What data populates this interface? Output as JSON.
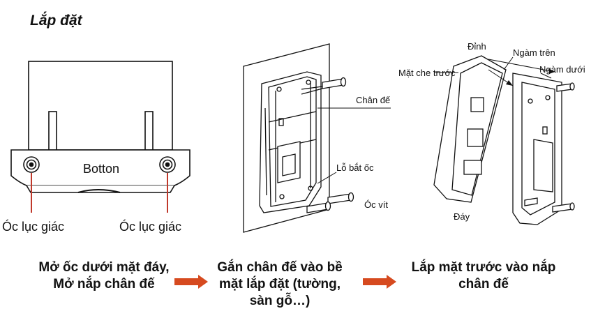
{
  "title": "Lắp đặt",
  "figure1": {
    "center_label": "Botton",
    "left_screw_label": "Óc lục giác",
    "right_screw_label": "Óc lục giác"
  },
  "figure2": {
    "base_label": "Chân đế",
    "screw_hole_label": "Lỗ bắt ốc",
    "screw_label": "Óc vít"
  },
  "figure3": {
    "top_label": "Đỉnh",
    "upper_slot_label": "Ngàm trên",
    "front_cover_label": "Mặt che trước",
    "lower_slot_label": "Ngàm dưới",
    "bottom_label": "Đáy"
  },
  "steps": [
    {
      "line1": "Mở ốc dưới mặt đáy,",
      "line2": "Mở nắp chân đế",
      "line3": ""
    },
    {
      "line1": "Gắn chân đế vào bề",
      "line2": "mặt lắp đặt (tường,",
      "line3": "sàn gỗ…)"
    },
    {
      "line1": "Lắp mặt trước vào nắp",
      "line2": "chân đế",
      "line3": ""
    }
  ],
  "colors": {
    "arrow": "#d64a1f",
    "pointer": "#c0392b",
    "line": "#111111"
  }
}
